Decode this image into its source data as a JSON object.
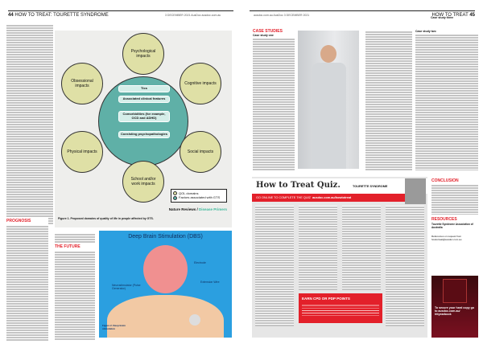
{
  "header": {
    "left_num": "44",
    "left_title": "HOW TO TREAT: TOURETTE SYNDROME",
    "left_meta": "3 DECEMBER 2021 AusDoc ausdoc.com.au",
    "right_meta": "ausdoc.com.au AusDoc 3 DECEMBER 2021",
    "right_title": "HOW TO TREAT",
    "right_num": "45"
  },
  "left": {
    "prognosis": "PROGNOSIS",
    "future": "THE FUTURE"
  },
  "diagram": {
    "outer": [
      "Psychological impacts",
      "Cognitive impacts",
      "Social impacts",
      "School and/or work impacts",
      "Physical impacts",
      "Obsessional impacts"
    ],
    "inner": [
      "Tics",
      "Associated clinical features",
      "Comorbidities (for example, OCD and ADHD)",
      "Coexisting psychopathologies"
    ],
    "legend": [
      "QOL domains",
      "Factors associated with GTS"
    ],
    "credit_a": "Nature Reviews / ",
    "credit_b": "Disease Primers",
    "caption": "Figure 1. Proposed domains of quality of life in people affected by GTS."
  },
  "dbs": {
    "title": "Deep Brain Stimulation (DBS)",
    "labels": [
      "Electrode",
      "Neurostimulator (Pulse Generator)",
      "Extension Wire"
    ],
    "fig": "Figure 2. Deep brain stimulation"
  },
  "case": {
    "heading": "CASE STUDIES",
    "one": "Case study one",
    "two": "Case study two",
    "three": "Case study three"
  },
  "quiz": {
    "title": "How to Treat Quiz.",
    "topic": "TOURETTE SYNDROME",
    "cta": "GO ONLINE TO COMPLETE THE QUIZ",
    "url": "ausdoc.com.au/howtotreat",
    "earn": "EARN CPD OR PDP POINTS"
  },
  "sidebar": {
    "conclusion": "CONCLUSION",
    "resources": "RESOURCES",
    "res_item": "Tourette Syndrome Association of Australia",
    "refs": "References on request from howtotreat@ausdoc.com.au",
    "promo": "To secure your hard copy go to ausdoc.com.au/ httyearbook"
  },
  "colors": {
    "accent": "#e3202a",
    "teal": "#5fb0a7",
    "qol": "#dfe0a6"
  }
}
